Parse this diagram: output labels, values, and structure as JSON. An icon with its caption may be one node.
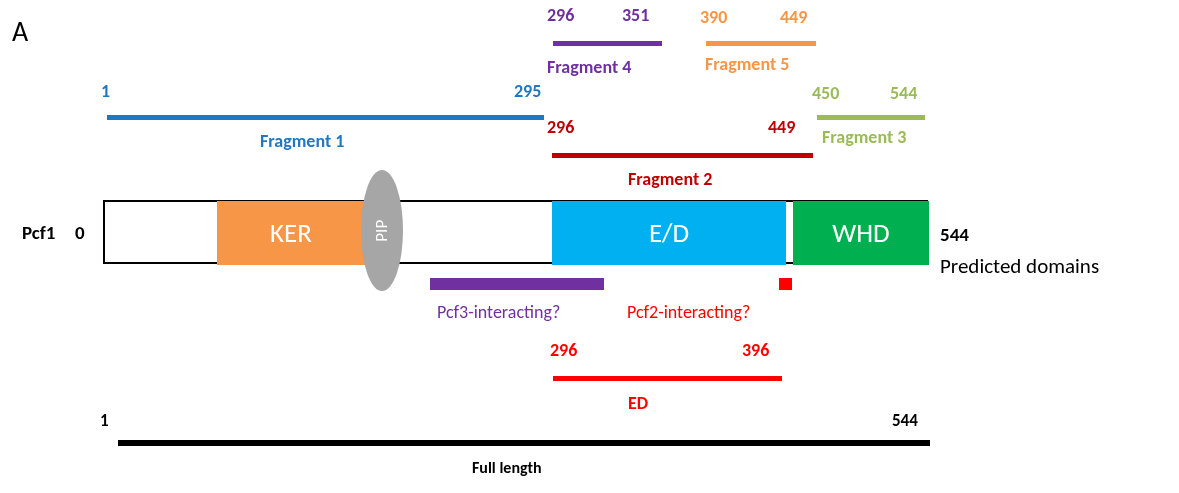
{
  "diagram": {
    "nodes": [
      {
        "text": [],
        "shape": "box"
      },
      {
        "text": [
          "KER"
        ],
        "in": 0
      },
      {
        "text": [
          "PIP"
        ]
      },
      {
        "text": [
          "E/D"
        ],
        "in": 0
      },
      {
        "text": [
          "WHD"
        ],
        "in": 0
      }
    ],
    "edges": [],
    "labels": [
      "A",
      "296",
      "351",
      "390",
      "449",
      "Fragment 4",
      "Fragment 5",
      "1",
      "295",
      "450",
      "544",
      "296",
      "449",
      "Fragment 1",
      "Fragment 3",
      "Fragment 2",
      "Pcf1",
      "0",
      "544",
      "Predicted domains",
      "Pcf3-interacting?",
      "Pcf2-interacting?",
      "296",
      "396",
      "ED",
      "1",
      "544",
      "Full length"
    ]
  }
}
